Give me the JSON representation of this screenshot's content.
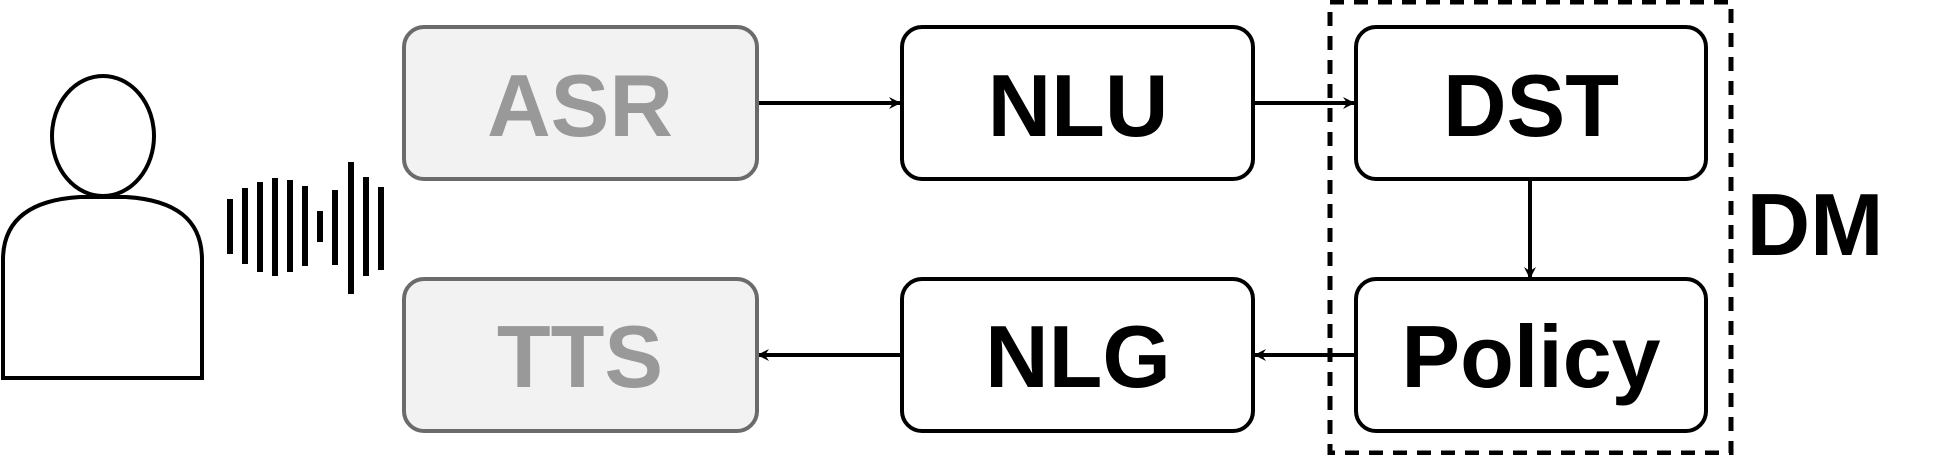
{
  "colors": {
    "active_fill": "#ffffff",
    "active_stroke": "#000000",
    "active_text": "#000000",
    "inactive_fill": "#f2f2f2",
    "inactive_stroke": "#6b6b6b",
    "inactive_text": "#999999"
  },
  "modules": {
    "asr": {
      "label": "ASR",
      "state": "inactive"
    },
    "nlu": {
      "label": "NLU",
      "state": "active"
    },
    "dst": {
      "label": "DST",
      "state": "active"
    },
    "tts": {
      "label": "TTS",
      "state": "inactive"
    },
    "nlg": {
      "label": "NLG",
      "state": "active"
    },
    "policy": {
      "label": "Policy",
      "state": "active"
    }
  },
  "group": {
    "label": "DM",
    "members": [
      "DST",
      "Policy"
    ],
    "border": "dashed"
  },
  "edges": [
    {
      "from": "ASR",
      "to": "NLU"
    },
    {
      "from": "NLU",
      "to": "DST"
    },
    {
      "from": "DST",
      "to": "Policy"
    },
    {
      "from": "Policy",
      "to": "NLG"
    },
    {
      "from": "NLG",
      "to": "TTS"
    }
  ],
  "icons": {
    "user": "user-silhouette-icon",
    "voice": "sound-wave-icon"
  }
}
